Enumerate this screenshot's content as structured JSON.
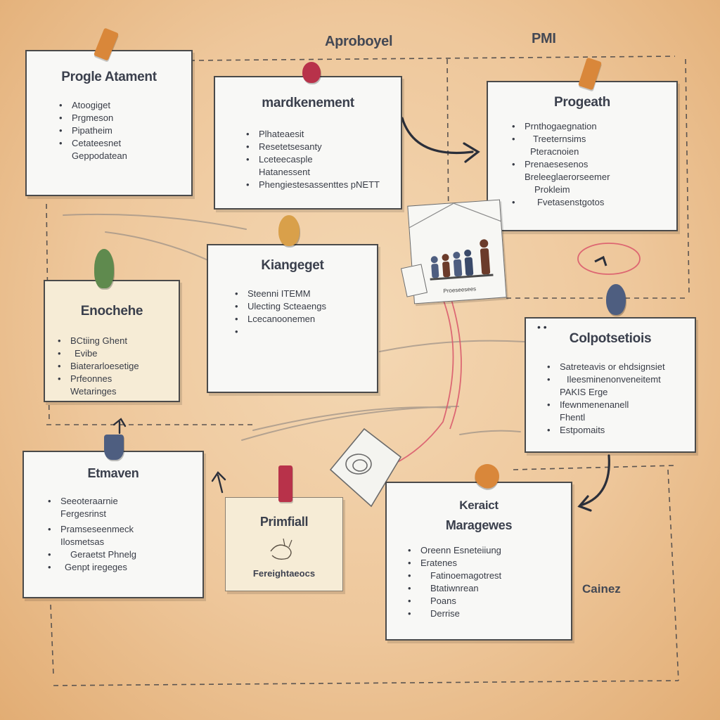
{
  "headers": {
    "left": "Aproboyel",
    "right": "PMI"
  },
  "side_label": "Cainez",
  "cards": {
    "card1": {
      "title": "Progle Atament",
      "items": [
        "Atoogiget",
        "Prgmeson",
        "Pipatheim",
        "Cetateesnet",
        "Geppodatean"
      ]
    },
    "card2": {
      "title": "mardkenement",
      "items": [
        "Plhateaesit",
        "Resetetsesanty",
        "Lceteecasple",
        "Hatanessent",
        "Phengiestesassenttes pNETT"
      ]
    },
    "card3": {
      "title": "Progeath",
      "items": [
        "Prnthogaegnation",
        "Treeternsims",
        "Pteracnoien",
        "Prenaesesenos",
        "Breleeglaerorseemer",
        "Prokleim",
        "Fvetasenstgotos"
      ]
    },
    "card4": {
      "title": "Enochehe",
      "items": [
        "BCtiing Ghent",
        "Evibe",
        "Biaterarloesetige",
        "Prfeonnes",
        "Wetaringes"
      ]
    },
    "card5": {
      "title": "Kiangeget",
      "items": [
        "Steenni ITEMM",
        "Ulecting Scteaengs",
        "Lcecanoonemen"
      ]
    },
    "card6": {
      "title": "Colpotsetiois",
      "items": [
        "Satreteavis or ehdsignsiet",
        "Ileesminenonveneitemt",
        "PAKIS Erge",
        "Ifewnmenenanell",
        "Fhentl",
        "Estpomaits"
      ]
    },
    "card7": {
      "title": "Etmaven",
      "items": [
        "Seeoteraarnie",
        "Fergesrinst",
        "Pramseseenmeck",
        "Ilosmetsas",
        "Geraetst Phnelg",
        "Genpt iregeges"
      ]
    },
    "card8": {
      "title": "Primfiall",
      "caption": "Fereightaeocs"
    },
    "card9": {
      "title": "Keraict",
      "subtitle": "Maragewes",
      "items": [
        "Oreenn Esneteiiung",
        "Eratenes",
        "Fatinoemagotrest",
        "Btatiwnrean",
        "Poans",
        "Derrise"
      ]
    }
  },
  "photo": {
    "caption": "Proeseesees"
  },
  "colors": {
    "background": "#eec79b",
    "card": "#f8f8f6",
    "cream_card": "#f6ecd6",
    "ink": "#383c46",
    "pin_orange": "#d9873a",
    "pin_red": "#b8324a",
    "pin_green": "#5f8a4e",
    "pin_navy": "#4e5e80",
    "connector_red": "#d9556a"
  }
}
